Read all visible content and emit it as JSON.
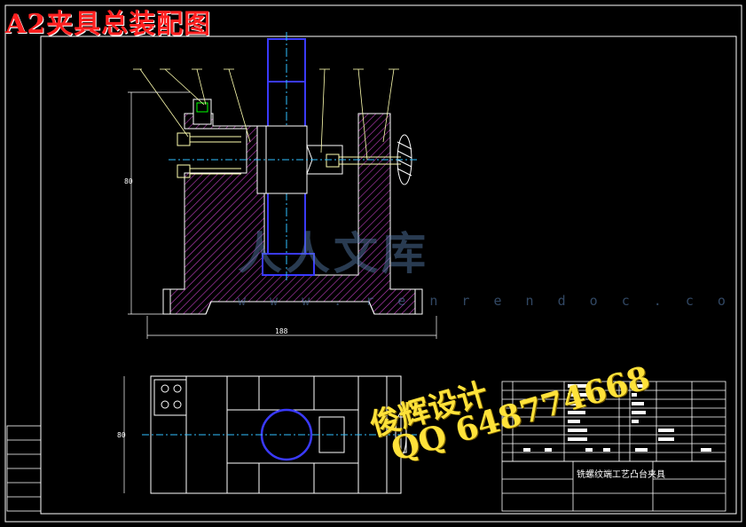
{
  "title": "A2夹具总装配图",
  "watermark": {
    "text": "人人文库",
    "url": "w w w . r e n r e n d o c . c o m"
  },
  "stamp": {
    "name": "俊辉设计",
    "qq": "QQ 648774668"
  },
  "title_block": {
    "drawing_title": "铣螺纹端工艺凸台夹具"
  },
  "dimensions": {
    "height": "80",
    "width": "188",
    "side": "80"
  },
  "colors": {
    "background": "#000000",
    "frame": "#ffffff",
    "section_hatch": "#c040c0",
    "shaft": "#3a3aff",
    "centerline": "#30c0ff",
    "leader": "#ffffb0",
    "title_red": "#ff2020",
    "stamp_yellow": "#ffe23a"
  }
}
